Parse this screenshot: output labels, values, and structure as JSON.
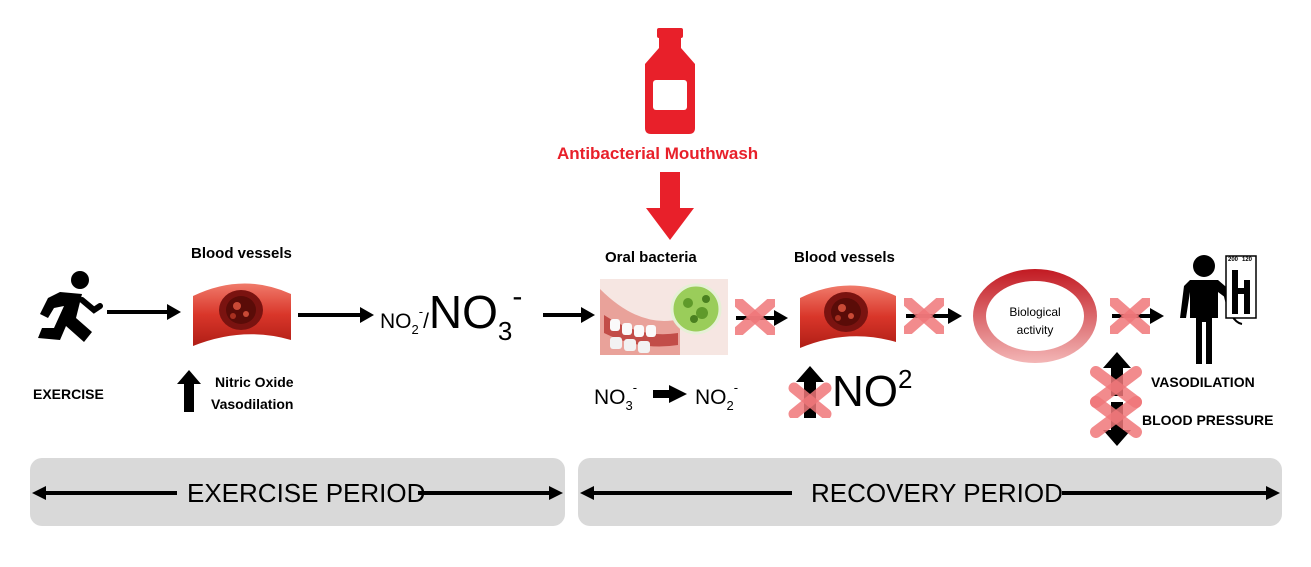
{
  "colors": {
    "red": "#e8202a",
    "darkred": "#c21a22",
    "gray": "#d9d9d9"
  },
  "top": {
    "mouthwash_label": "Antibacterial Mouthwash"
  },
  "stage1": {
    "exercise_label": "EXERCISE",
    "vessel_title": "Blood vessels",
    "no_label_line1": "Nitric Oxide",
    "no_label_line2": "Vasodilation"
  },
  "chem": {
    "no2": "NO",
    "no2_sub": "2",
    "no2_sup": "-",
    "slash": "/",
    "no3": "NO",
    "no3_sub": "3",
    "no3_sup": "-"
  },
  "stage2": {
    "oral_title": "Oral bacteria",
    "conv_from": "NO",
    "conv_from_sub": "3",
    "conv_from_sup": "-",
    "conv_to": "NO",
    "conv_to_sub": "2",
    "conv_to_sup": "-"
  },
  "stage3": {
    "vessel_title": "Blood vessels",
    "no_big": "NO",
    "no_big_sup": "2"
  },
  "stage4": {
    "activity_line1": "Biological",
    "activity_line2": "activity"
  },
  "stage5": {
    "gauge_left": "200",
    "gauge_right": "120",
    "vaso_label": "VASODILATION",
    "bp_label": "BLOOD PRESSURE"
  },
  "periods": {
    "exercise": "EXERCISE PERIOD",
    "recovery": "RECOVERY PERIOD"
  }
}
